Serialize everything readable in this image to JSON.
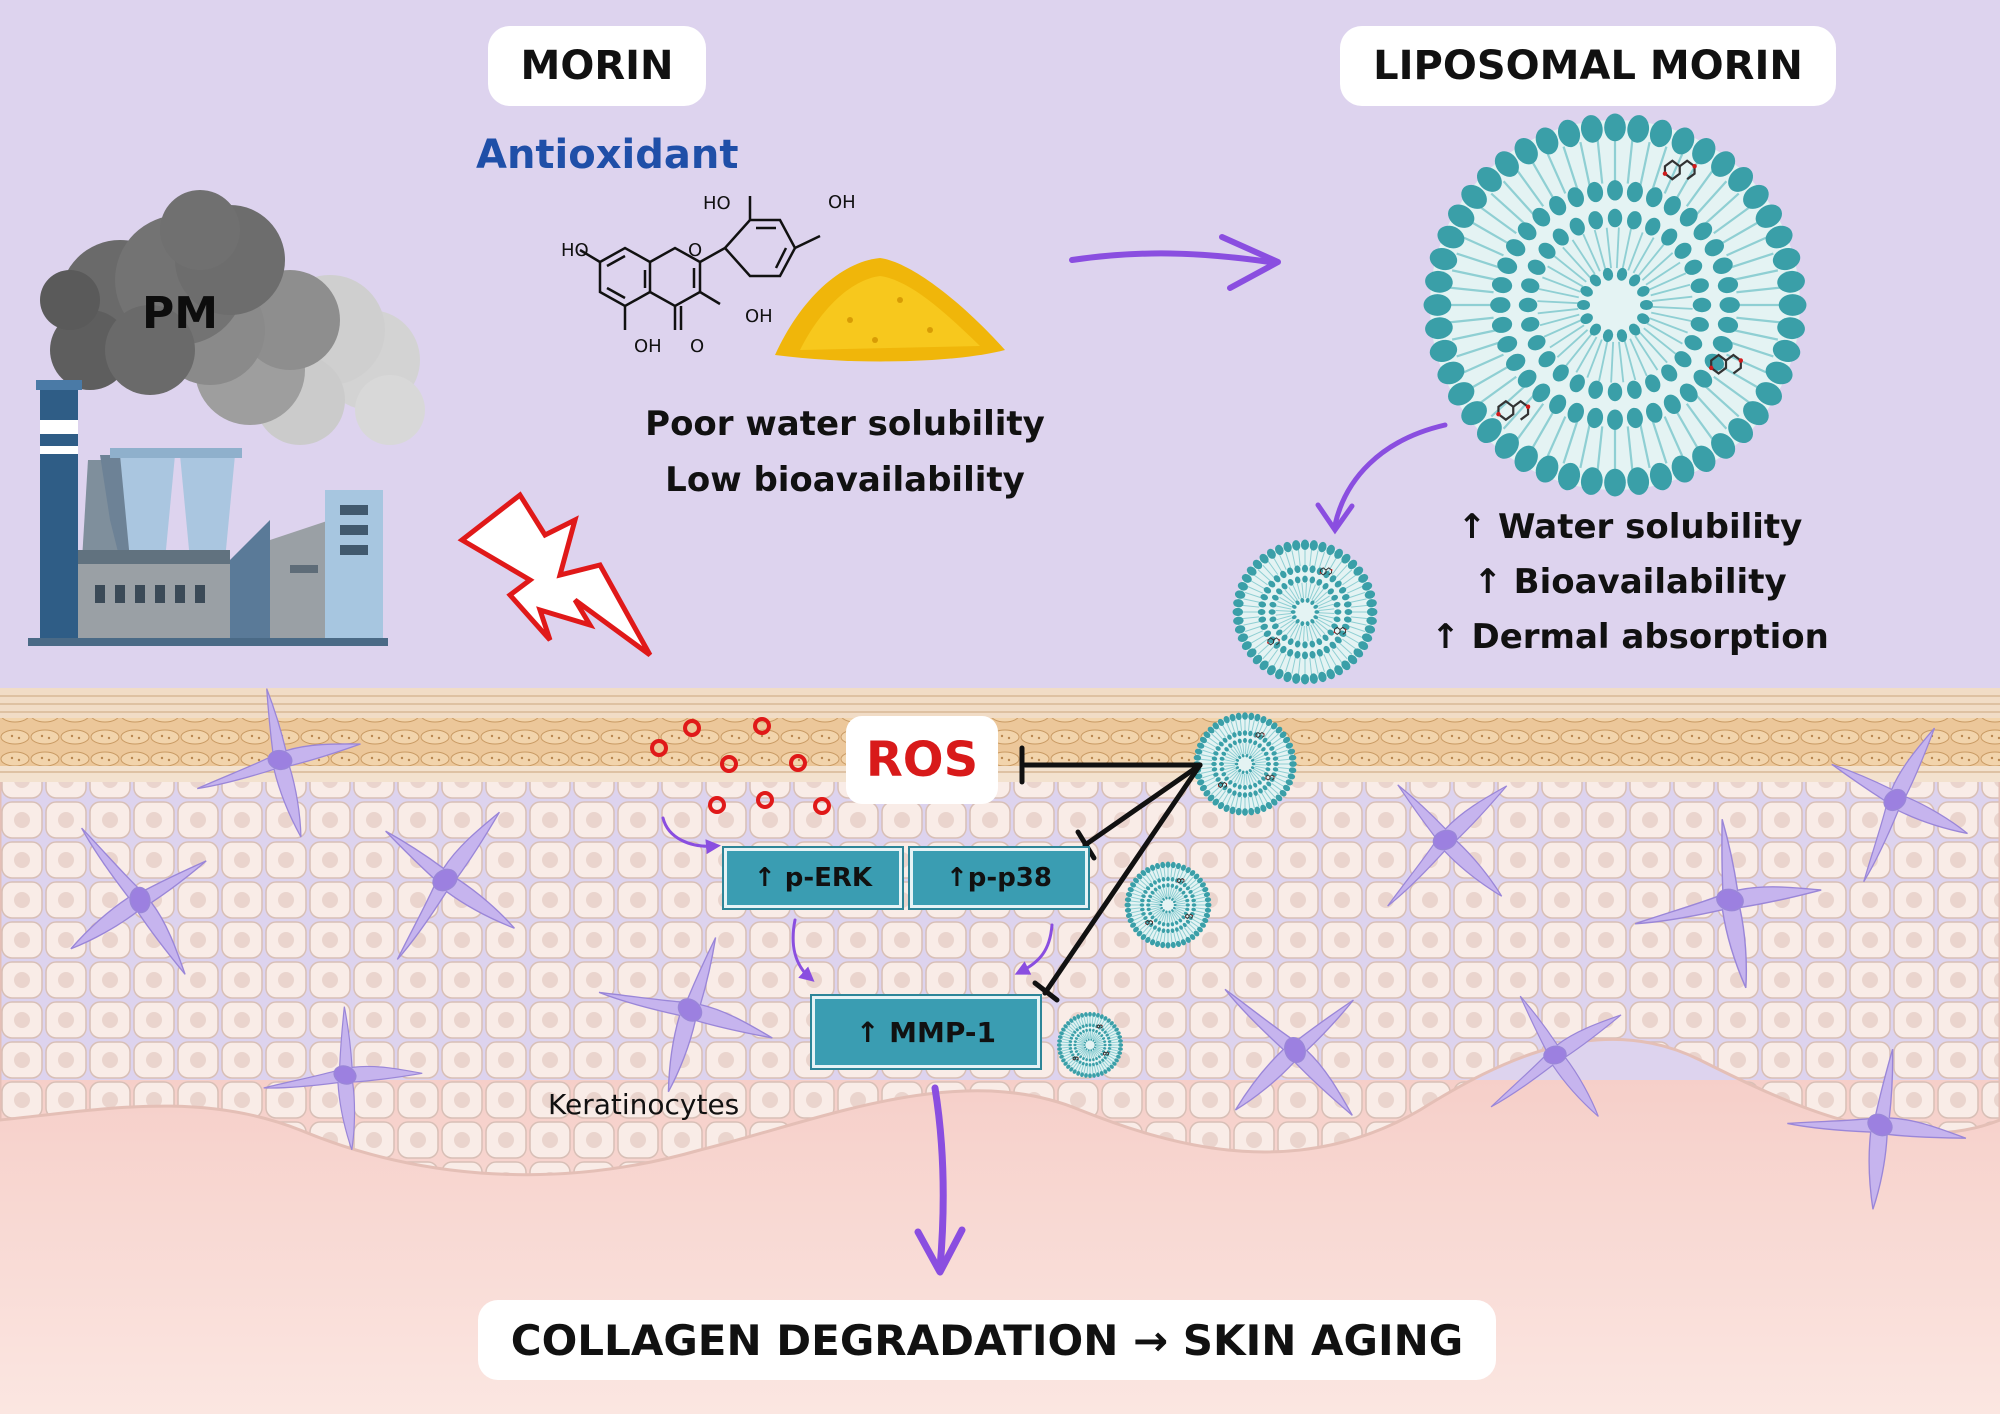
{
  "labels": {
    "morin": "MORIN",
    "antioxidant": "Antioxidant",
    "liposomal_morin": "LIPOSOMAL MORIN",
    "pm": "PM",
    "ros": "ROS",
    "poor_solubility": "Poor water solubility",
    "low_bioavailability": "Low bioavailability",
    "benefit_solubility": "↑ Water solubility",
    "benefit_bioavailability": "↑ Bioavailability",
    "benefit_absorption": "↑ Dermal absorption",
    "perk": "↑ p-ERK",
    "pp38": "↑p-p38",
    "mmp1": "↑ MMP-1",
    "keratinocytes": "Keratinocytes",
    "outcome": "COLLAGEN DEGRADATION → SKIN AGING"
  },
  "molecule": {
    "ho_top": "HO",
    "oh_top": "OH",
    "ho_left": "HO",
    "oh_right": "OH",
    "oh_bottom": "OH",
    "o_ring": "O",
    "o_keto": "O"
  },
  "colors": {
    "background": "#ddd3ee",
    "antioxidant": "#1f4fa8",
    "ros": "#d81a1a",
    "arrow": "#8a4ee0",
    "node": "#3a9db2",
    "liposome": "#3a9fa8"
  }
}
